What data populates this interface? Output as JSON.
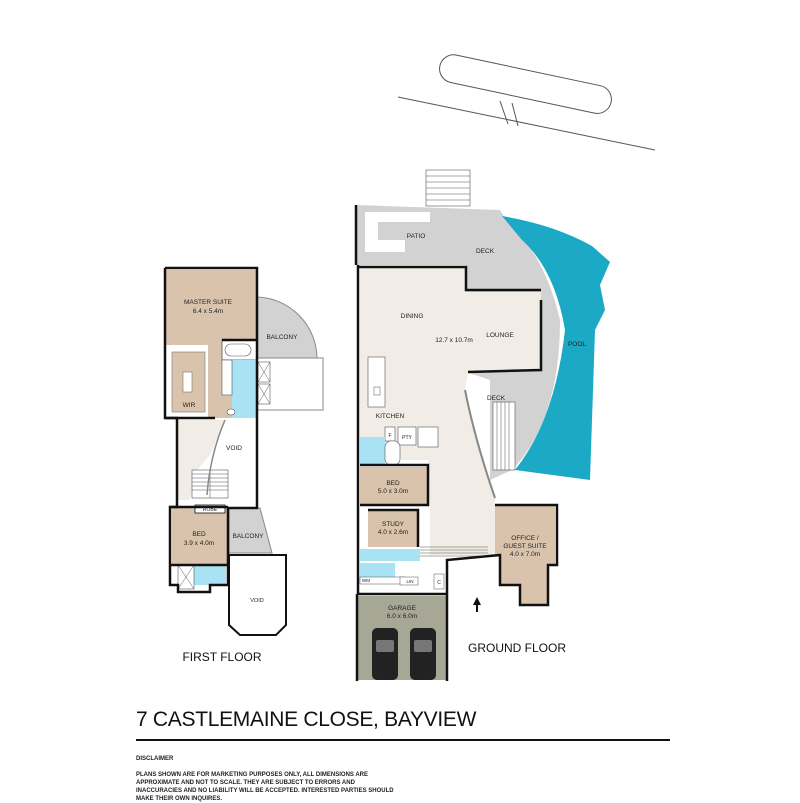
{
  "title": "7 CASTLEMAINE CLOSE, BAYVIEW",
  "disclaimer": {
    "heading": "DISCLAIMER",
    "text": "PLANS SHOWN ARE FOR MARKETING PURPOSES ONLY, ALL DIMENSIONS ARE APPROXIMATE AND NOT TO SCALE. THEY ARE SUBJECT TO ERRORS AND INACCURACIES AND NO LIABILITY WILL BE ACCEPTED. INTERESTED PARTIES SHOULD MAKE THEIR OWN INQUIRES."
  },
  "colors": {
    "room": "#d9c3ac",
    "living": "#f1ece6",
    "deck": "#d2d2d2",
    "pool": "#1ba9c6",
    "wet": "#a9e3f3",
    "garage": "#a7a795",
    "wall": "#111111"
  },
  "first_floor": {
    "label": "FIRST FLOOR",
    "rooms": {
      "master_suite": {
        "name": "MASTER SUITE",
        "size": "6.4 x 5.4m"
      },
      "balcony_1": {
        "name": "BALCONY"
      },
      "wir": {
        "name": "WIR"
      },
      "void_1": {
        "name": "VOID"
      },
      "robe": {
        "name": "ROBE"
      },
      "bed": {
        "name": "BED",
        "size": "3.9 x 4.0m"
      },
      "balcony_2": {
        "name": "BALCONY"
      },
      "void_2": {
        "name": "VOID"
      }
    }
  },
  "ground_floor": {
    "label": "GROUND FLOOR",
    "rooms": {
      "patio": {
        "name": "PATIO"
      },
      "deck_1": {
        "name": "DECK"
      },
      "dining": {
        "name": "DINING"
      },
      "living_size": {
        "size": "12.7 x 10.7m"
      },
      "lounge": {
        "name": "LOUNGE"
      },
      "pool": {
        "name": "POOL"
      },
      "deck_2": {
        "name": "DECK"
      },
      "kitchen": {
        "name": "KITCHEN"
      },
      "fridge": {
        "name": "F"
      },
      "pantry": {
        "name": "PTY"
      },
      "bed": {
        "name": "BED",
        "size": "5.0 x 3.0m"
      },
      "study": {
        "name": "STUDY",
        "size": "4.0 x 2.6m"
      },
      "office": {
        "name": "OFFICE /",
        "name2": "GUEST SUITE",
        "size": "4.0 x 7.0m"
      },
      "wm": {
        "name": "WM"
      },
      "lin": {
        "name": "LIN"
      },
      "cupboard": {
        "name": "C"
      },
      "garage": {
        "name": "GARAGE",
        "size": "6.0 x 6.0m"
      }
    }
  }
}
